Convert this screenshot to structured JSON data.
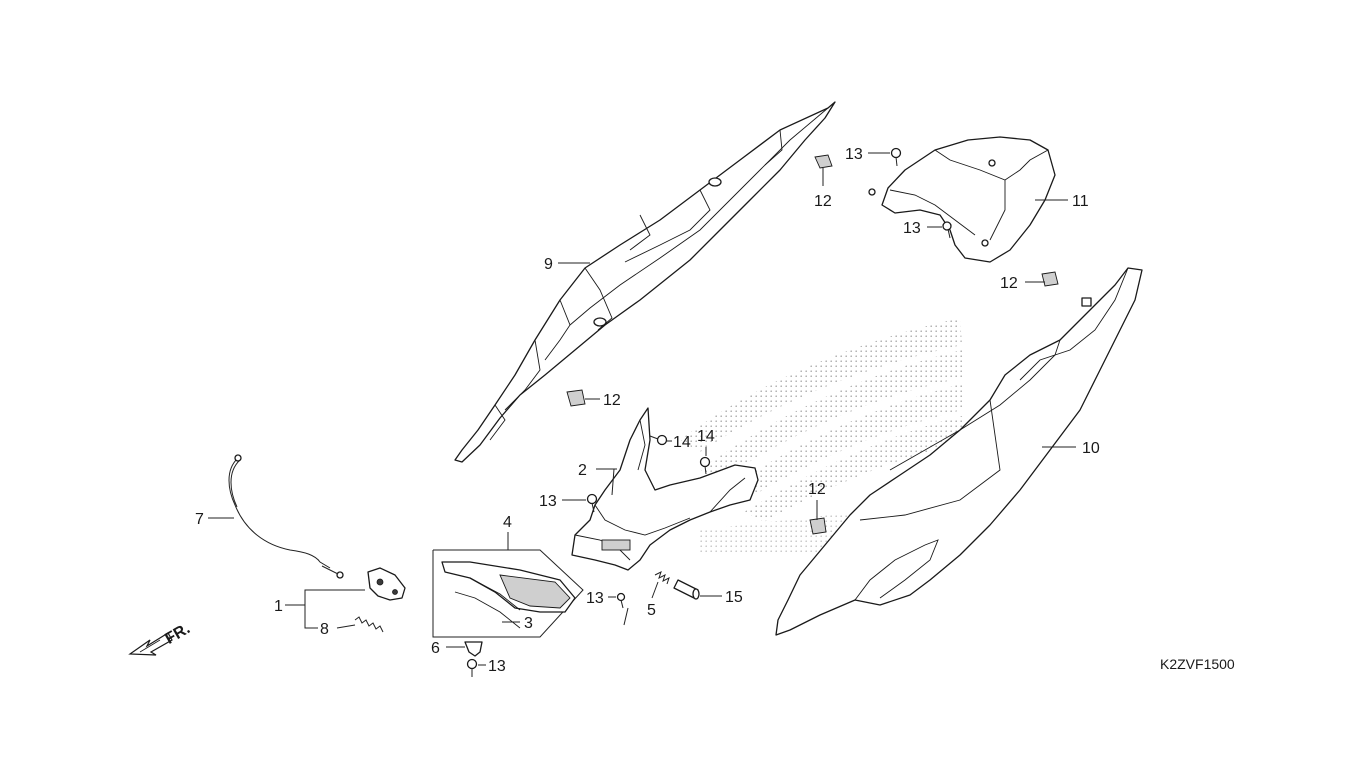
{
  "diagram_code": "K2ZVF1500",
  "front_marker": "FR.",
  "callouts": {
    "p1": "1",
    "p2": "2",
    "p3": "3",
    "p4": "4",
    "p5": "5",
    "p6": "6",
    "p7": "7",
    "p8": "8",
    "p9": "9",
    "p10": "10",
    "p11": "11",
    "p12a": "12",
    "p12b": "12",
    "p12c": "12",
    "p12d": "12",
    "p13a": "13",
    "p13b": "13",
    "p13c": "13",
    "p13d": "13",
    "p13e": "13",
    "p14a": "14",
    "p14b": "14",
    "p15": "15"
  }
}
